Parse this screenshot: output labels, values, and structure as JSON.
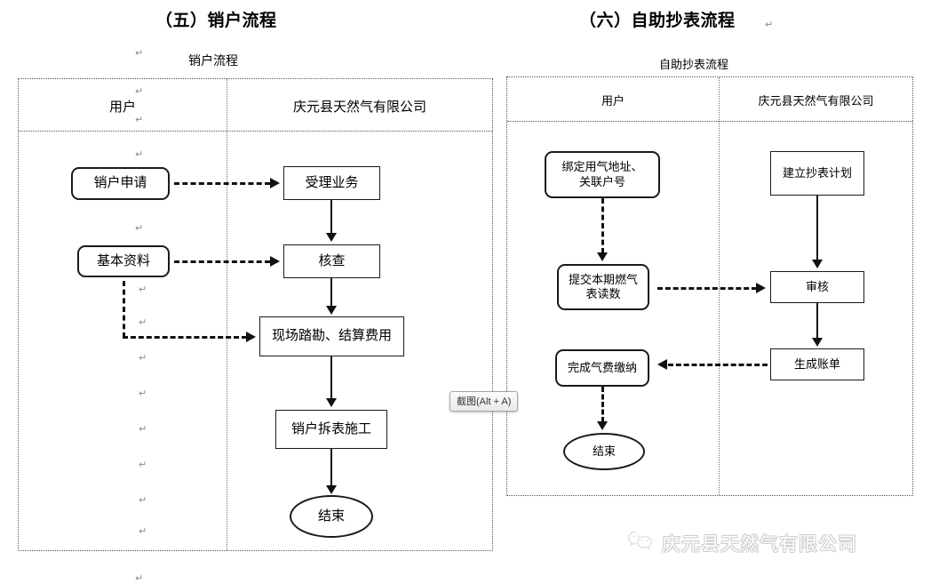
{
  "headings": {
    "left": "（五）销户流程",
    "right": "（六）自助抄表流程"
  },
  "return_mark": "↵",
  "left_flow": {
    "caption": "销户流程",
    "lanes": [
      {
        "label": "用户"
      },
      {
        "label": "庆元县天然气有限公司"
      }
    ],
    "nodes": [
      {
        "id": "apply",
        "label": "销户申请",
        "shape": "rounded-rect"
      },
      {
        "id": "accept",
        "label": "受理业务",
        "shape": "rect"
      },
      {
        "id": "basic-info",
        "label": "基本资料",
        "shape": "rounded-rect"
      },
      {
        "id": "verify",
        "label": "核查",
        "shape": "rect"
      },
      {
        "id": "survey",
        "label": "现场踏勘、结算费用",
        "shape": "rect"
      },
      {
        "id": "dismantle",
        "label": "销户拆表施工",
        "shape": "rect"
      },
      {
        "id": "end",
        "label": "结束",
        "shape": "ellipse"
      }
    ]
  },
  "right_flow": {
    "caption": "自助抄表流程",
    "lanes": [
      {
        "label": "用户"
      },
      {
        "label": "庆元县天然气有限公司"
      }
    ],
    "nodes": [
      {
        "id": "bind",
        "label": "绑定用气地址、\n关联户号",
        "line1": "绑定用气地址、",
        "line2": "关联户号",
        "shape": "rounded-rect"
      },
      {
        "id": "plan",
        "label": "建立抄表计划",
        "shape": "rect"
      },
      {
        "id": "submit",
        "label": "提交本期燃气\n表读数",
        "line1": "提交本期燃气",
        "line2": "表读数",
        "shape": "rounded-rect"
      },
      {
        "id": "audit",
        "label": "审核",
        "shape": "rect"
      },
      {
        "id": "pay",
        "label": "完成气费缴纳",
        "shape": "rounded-rect"
      },
      {
        "id": "bill",
        "label": "生成账单",
        "shape": "rect"
      },
      {
        "id": "end",
        "label": "结束",
        "shape": "ellipse"
      }
    ]
  },
  "tooltip": {
    "label": "截图(Alt + A)"
  },
  "watermark": {
    "icon": "wechat-icon",
    "text": "庆元县天然气有限公司"
  },
  "colors": {
    "stroke": "#1a1a1a",
    "pool_border": "#555555",
    "return_mark": "#8a8a8a",
    "watermark_text": "#ffffff",
    "background": "#ffffff"
  }
}
